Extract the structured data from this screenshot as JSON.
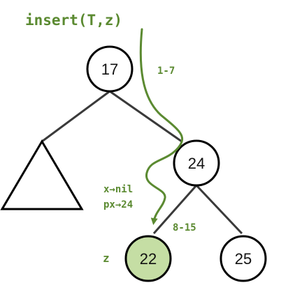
{
  "title": "insert(T,z)",
  "annotations": {
    "lines_1_7": "1-7",
    "lines_8_15": "8-15",
    "x_label": "x→nil",
    "px_label": "px→24",
    "z_label": "z"
  },
  "nodes": {
    "root": "17",
    "right": "24",
    "new": "22",
    "right_right": "25"
  },
  "colors": {
    "accent": "#5b8a31",
    "new_node_fill": "#c5dea4",
    "stroke": "#000000",
    "edge": "#3a3a3a"
  }
}
